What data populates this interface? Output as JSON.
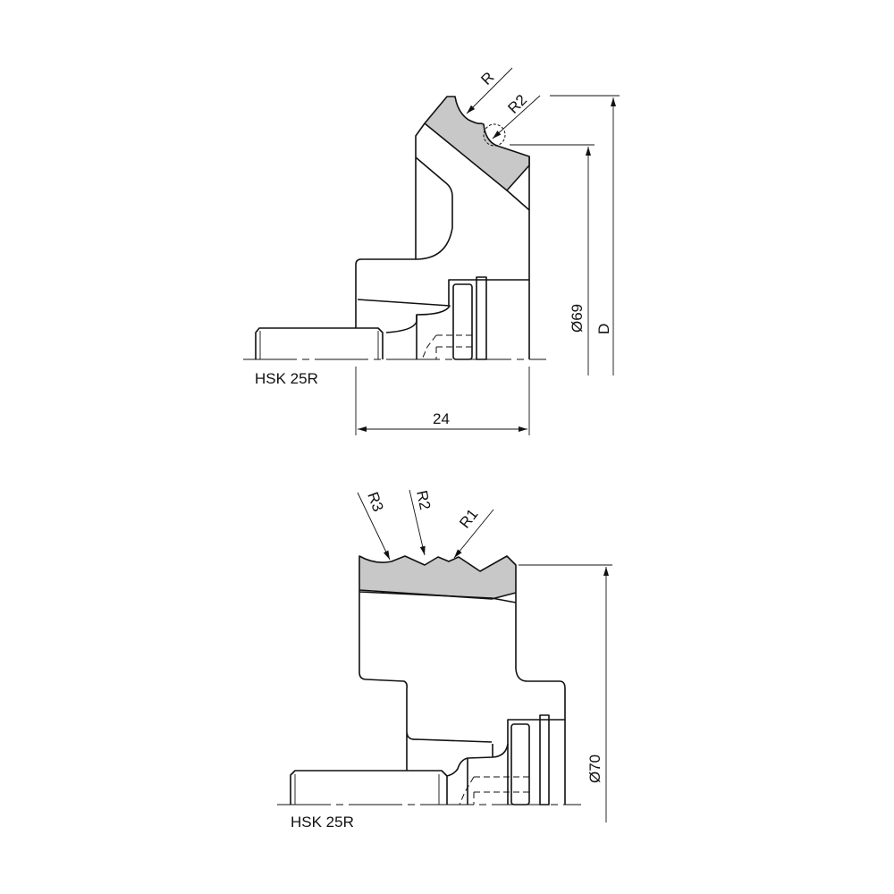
{
  "top_view": {
    "tool_label": "HSK 25R",
    "radius_label": "R",
    "radius2_label": "R2",
    "diameter_label": "Ø69",
    "depth_label": "D",
    "width_label": "24"
  },
  "bottom_view": {
    "tool_label": "HSK 25R",
    "radius_labels": [
      "R3",
      "R2",
      "R1"
    ],
    "diameter_label": "Ø70"
  },
  "colors": {
    "insert_fill": "#c8c8c8",
    "line": "#111111"
  }
}
